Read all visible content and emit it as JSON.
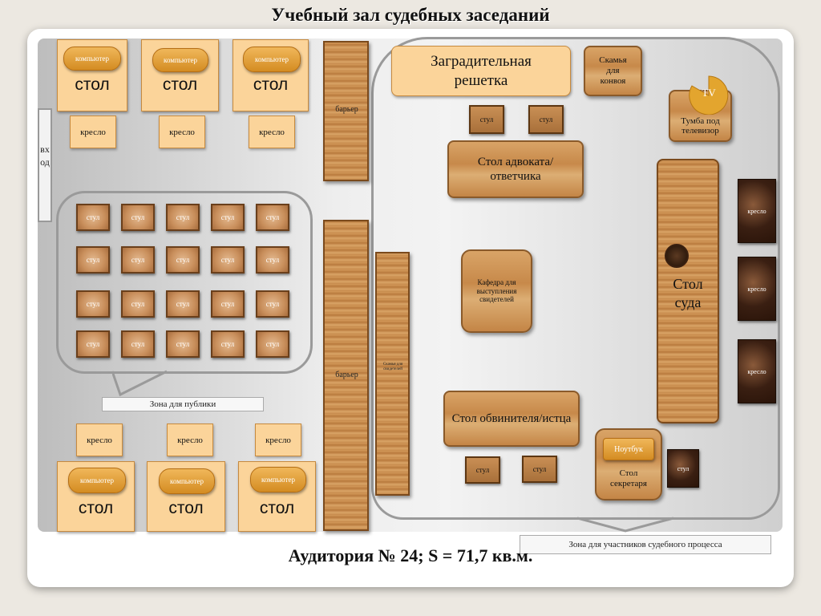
{
  "title": "Учебный зал судебных заседаний",
  "footer": "Аудитория № 24; S = 71,7 кв.м.",
  "entrance": "вход",
  "labels": {
    "computer": "компьютер",
    "desk": "стол",
    "armchair": "кресло",
    "chair": "стул",
    "barrier": "барьер",
    "public_zone": "Зона для публики",
    "participants_zone": "Зона для участников судебного процесса",
    "cage": "Заградительная решетка",
    "convoy_bench": "Скамья для конвоя",
    "tv_stand": "Тумба под телевизор",
    "tv": "TV",
    "defense_table": "Стол адвоката/ответчика",
    "witness_lectern": "Кафедра для выступления свидетелей",
    "judge_table": "Стол суда",
    "prosecutor_table": "Стол обвинителя/истца",
    "laptop": "Ноутбук",
    "secretary_table": "Стол секретаря",
    "witness_bench": "Скамья для свидетелей"
  },
  "colors": {
    "desk": "#fbd49a",
    "wood": "#c68a4b",
    "marble": "#3a1f12"
  }
}
